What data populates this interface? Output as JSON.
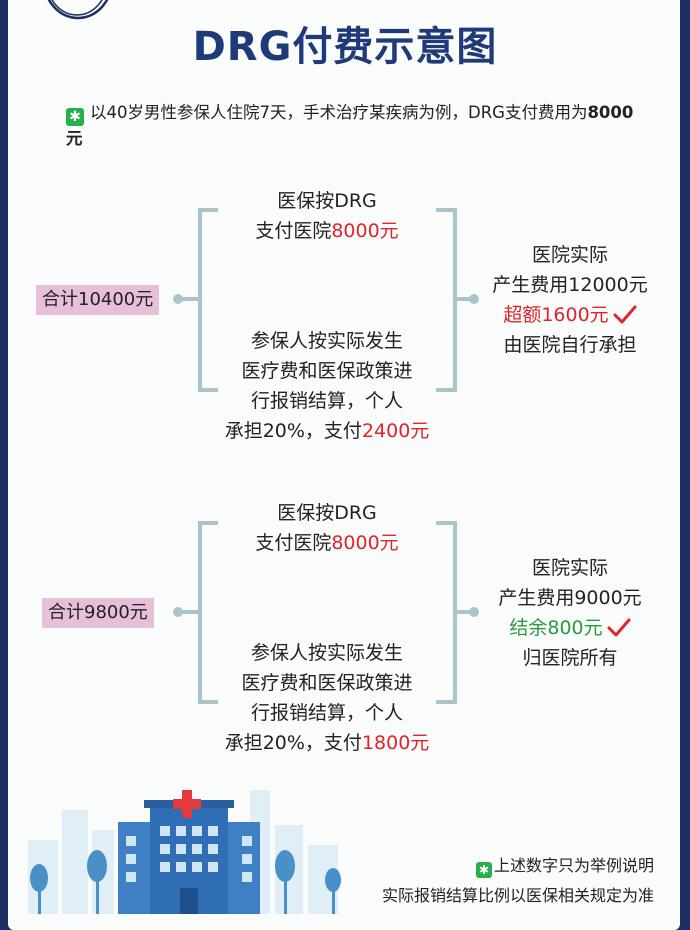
{
  "title": "DRG付费示意图",
  "intro": {
    "icon": "asterisk-badge-icon",
    "text": "以40岁男性参保人住院7天，手术治疗某疾病为例，DRG支付费用为",
    "amount": "8000元"
  },
  "cases": [
    {
      "total": "合计10400元",
      "drg_line1": "医保按DRG",
      "drg_line2_prefix": "支付医院",
      "drg_line2_amount": "8000元",
      "patient_line1": "参保人按实际发生",
      "patient_line2": "医疗费和医保政策进",
      "patient_line3": "行报销结算，个人",
      "patient_line4_prefix": "承担20%，支付",
      "patient_line4_amount": "2400元",
      "result_line1": "医院实际",
      "result_line2": "产生费用12000元",
      "result_line3": "超额1600元",
      "result_line4": "由医院自行承担",
      "result_color": "#e0242a"
    },
    {
      "total": "合计9800元",
      "drg_line1": "医保按DRG",
      "drg_line2_prefix": "支付医院",
      "drg_line2_amount": "8000元",
      "patient_line1": "参保人按实际发生",
      "patient_line2": "医疗费和医保政策进",
      "patient_line3": "行报销结算，个人",
      "patient_line4_prefix": "承担20%，支付",
      "patient_line4_amount": "1800元",
      "result_line1": "医院实际",
      "result_line2": "产生费用9000元",
      "result_line3": "结余800元",
      "result_line4": "归医院所有",
      "result_color": "#2a9a3e"
    }
  ],
  "footnote": {
    "line1": "上述数字只为举例说明",
    "line2": "实际报销结算比例以医保相关规定为准"
  },
  "colors": {
    "navy": "#1b2f63",
    "title": "#1e3a78",
    "bracket": "#a9c5cc",
    "highlight_red": "#e0242a",
    "highlight_green": "#2a9a3e",
    "total_bg": "#e8bfd9"
  }
}
